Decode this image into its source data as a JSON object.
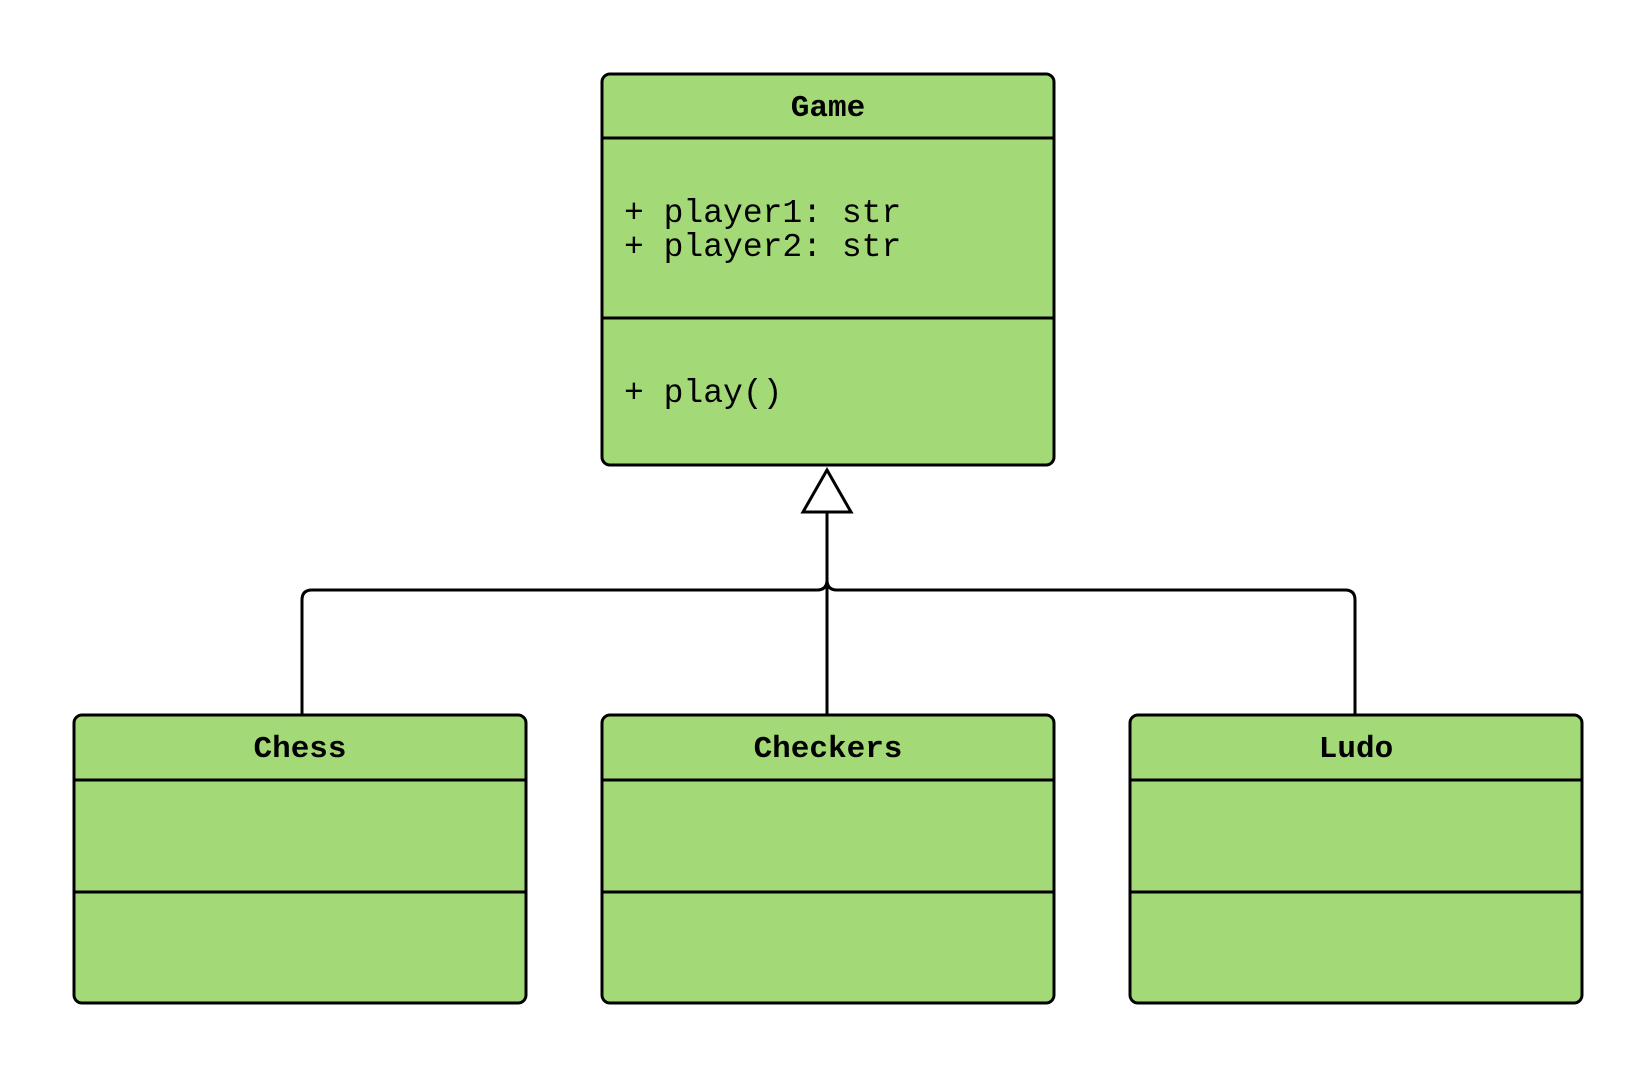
{
  "colors": {
    "class_fill": "#a3d977",
    "stroke": "#000000",
    "background": "#ffffff"
  },
  "classes": {
    "game": {
      "name": "Game",
      "attributes": [
        "+ player1: str",
        "+ player2: str"
      ],
      "methods": [
        "+ play()"
      ]
    },
    "chess": {
      "name": "Chess",
      "attributes": [],
      "methods": []
    },
    "checkers": {
      "name": "Checkers",
      "attributes": [],
      "methods": []
    },
    "ludo": {
      "name": "Ludo",
      "attributes": [],
      "methods": []
    }
  },
  "relationships": [
    {
      "type": "generalization",
      "from": "chess",
      "to": "game"
    },
    {
      "type": "generalization",
      "from": "checkers",
      "to": "game"
    },
    {
      "type": "generalization",
      "from": "ludo",
      "to": "game"
    }
  ]
}
